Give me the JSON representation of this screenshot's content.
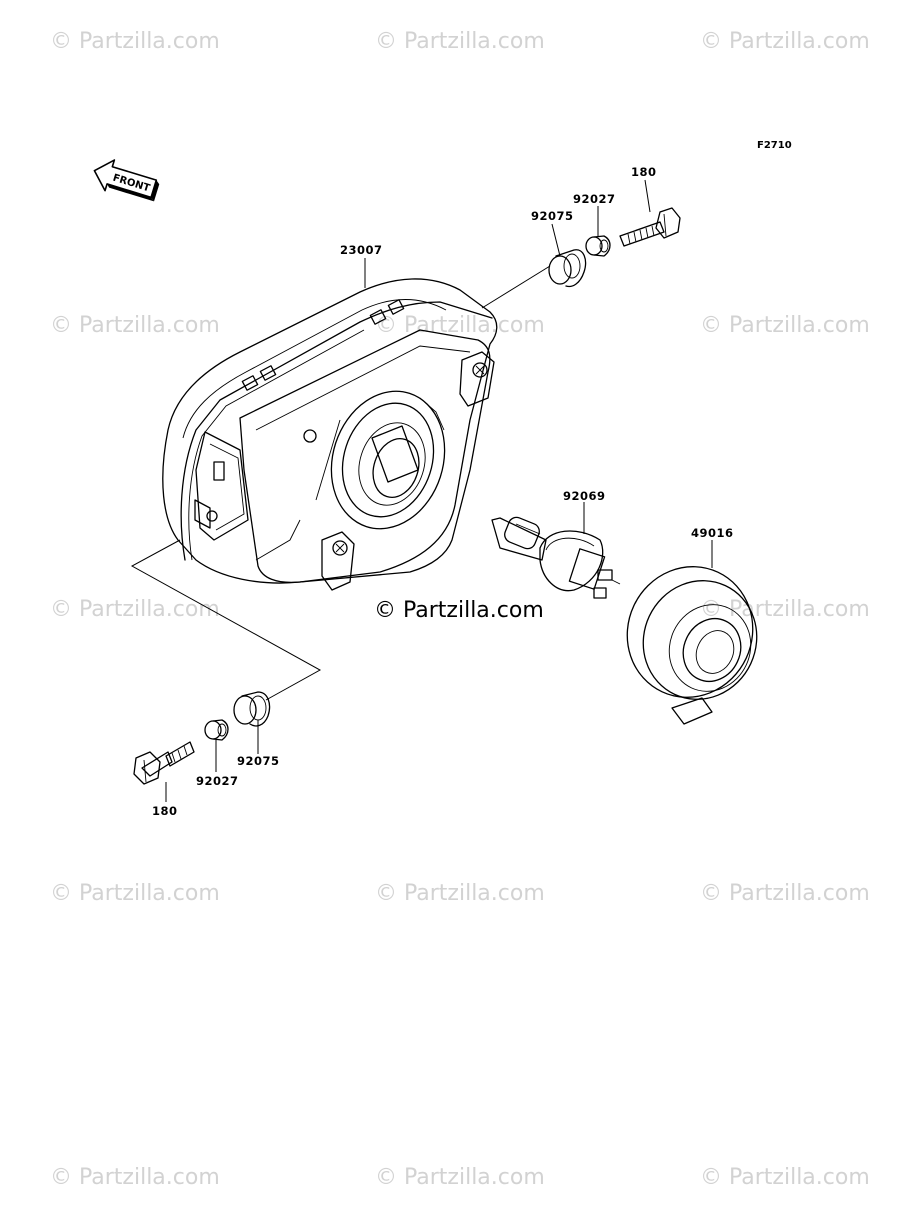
{
  "watermark_text": "© Partzilla.com",
  "brand_text": "© Partzilla.com",
  "figure_ref": "F2710",
  "front_label": "FRONT",
  "callouts": {
    "headlight_housing": "23007",
    "grommet_top": "92075",
    "collar_top": "92027",
    "bolt_top": "180",
    "bulb": "92069",
    "cover": "49016",
    "grommet_bottom": "92075",
    "collar_bottom": "92027",
    "bolt_bottom": "180"
  },
  "colors": {
    "line": "#000000",
    "watermark": "#d2d2d2",
    "background": "#ffffff"
  }
}
